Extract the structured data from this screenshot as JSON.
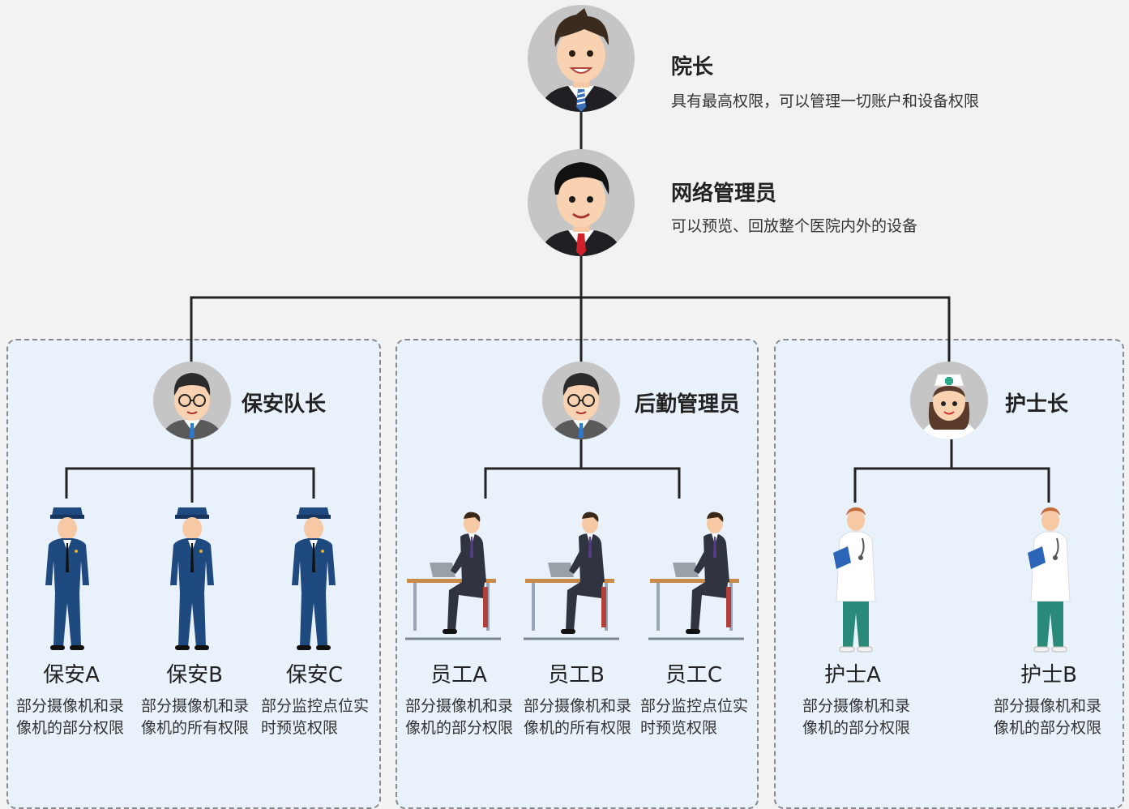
{
  "top": {
    "director": {
      "title": "院长",
      "desc": "具有最高权限，可以管理一切账户和设备权限"
    },
    "netadmin": {
      "title": "网络管理员",
      "desc": "可以预览、回放整个医院内外的设备"
    }
  },
  "groups": [
    {
      "leader": "保安队长",
      "members": [
        {
          "name": "保安A",
          "desc": "部分摄像机和录像机的部分权限"
        },
        {
          "name": "保安B",
          "desc": "部分摄像机和录像机的所有权限"
        },
        {
          "name": "保安C",
          "desc": "部分监控点位实时预览权限"
        }
      ]
    },
    {
      "leader": "后勤管理员",
      "members": [
        {
          "name": "员工A",
          "desc": "部分摄像机和录像机的部分权限"
        },
        {
          "name": "员工B",
          "desc": "部分摄像机和录像机的所有权限"
        },
        {
          "name": "员工C",
          "desc": "部分监控点位实时预览权限"
        }
      ]
    },
    {
      "leader": "护士长",
      "members": [
        {
          "name": "护士A",
          "desc": "部分摄像机和录像机的部分权限"
        },
        {
          "name": "护士B",
          "desc": "部分摄像机和录像机的部分权限"
        }
      ]
    }
  ],
  "icons": {
    "director": "man-striped-tie-avatar-icon",
    "netadmin": "man-red-tie-avatar-icon",
    "leader": "man-glasses-avatar-icon",
    "head_nurse": "head-nurse-avatar-icon",
    "guard": "security-guard-icon",
    "staff": "office-worker-at-desk-icon",
    "nurse": "nurse-icon"
  },
  "colors": {
    "background": "#f2f2f2",
    "panel": "#e9f1fb",
    "panel_border": "#8a8a8a",
    "line": "#222222",
    "avatar_bg": "#c5c5c5",
    "guard_uniform": "#1f4a80",
    "red_tie": "#d0202a",
    "nurse_pants": "#2a8a7a"
  }
}
